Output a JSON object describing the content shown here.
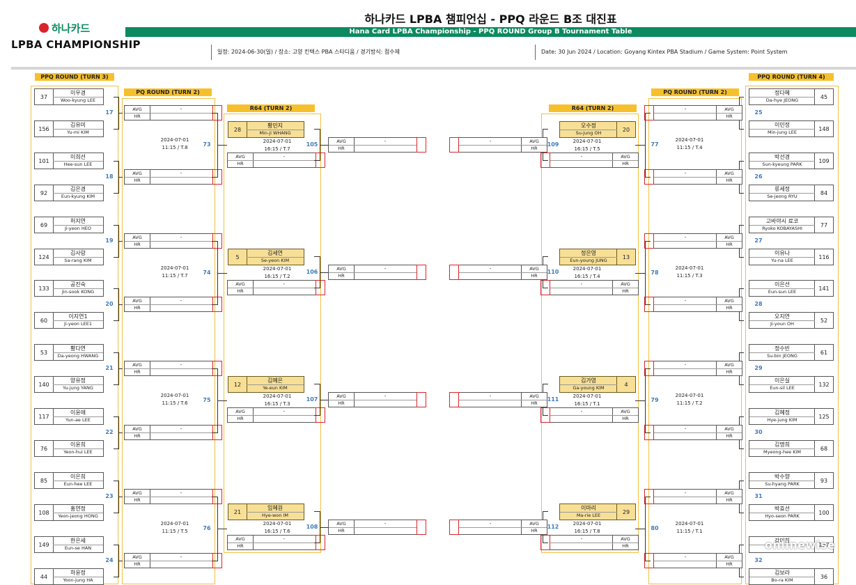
{
  "header": {
    "logo_kr": "하나카드",
    "logo_en": "LPBA CHAMPIONSHIP",
    "title_kr": "하나카드 LPBA 챔피언십 - PPQ 라운드 B조 대진표",
    "title_en": "Hana Card LPBA Championship - PPQ ROUND Group B Tournament Table",
    "info_kr": "일정: 2024-06-30(일) / 장소: 고양 킨텍스 PBA 스타디움 / 경기방식: 점수제",
    "info_en": "Date: 30 Jun 2024 / Location: Goyang Kintex PBA Stadium / Game System: Point System"
  },
  "labels": {
    "ppq3": "PPQ ROUND (TURN 3)",
    "ppq2": "PQ ROUND (TURN 2)",
    "r64": "R64 (TURN 2)",
    "ppq4": "PPQ ROUND (TURN 4)",
    "avg": "AVG",
    "hr": "HR",
    "dash": "-"
  },
  "left_players": [
    {
      "seed": "37",
      "kr": "이우경",
      "en": "Woo-kyung LEE"
    },
    {
      "seed": "156",
      "kr": "김유미",
      "en": "Yu-mi KIM"
    },
    {
      "seed": "101",
      "kr": "이희선",
      "en": "Hee-sun LEE"
    },
    {
      "seed": "92",
      "kr": "김은경",
      "en": "Eun-kyung KIM"
    },
    {
      "seed": "69",
      "kr": "허지연",
      "en": "Ji-yeon HEO"
    },
    {
      "seed": "124",
      "kr": "김사랑",
      "en": "Sa-rang KIM"
    },
    {
      "seed": "133",
      "kr": "공진숙",
      "en": "Jin-sook KONG"
    },
    {
      "seed": "60",
      "kr": "이지연1",
      "en": "Ji-yeon LEE1"
    },
    {
      "seed": "53",
      "kr": "황다연",
      "en": "Da-yeong HWANG"
    },
    {
      "seed": "140",
      "kr": "양유정",
      "en": "Yu-jung YANG"
    },
    {
      "seed": "117",
      "kr": "이윤애",
      "en": "Yun-ae LEE"
    },
    {
      "seed": "76",
      "kr": "이윤희",
      "en": "Yeon-hui LEE"
    },
    {
      "seed": "85",
      "kr": "이은희",
      "en": "Eun-hee LEE"
    },
    {
      "seed": "108",
      "kr": "홍연정",
      "en": "Yeon-jeong HONG"
    },
    {
      "seed": "149",
      "kr": "한은세",
      "en": "Eun-se HAN"
    },
    {
      "seed": "44",
      "kr": "하윤정",
      "en": "Yoon-jung HA"
    }
  ],
  "right_players": [
    {
      "seed": "45",
      "kr": "정다혜",
      "en": "Da-hye JEONG"
    },
    {
      "seed": "148",
      "kr": "이민정",
      "en": "Min-jung LEE"
    },
    {
      "seed": "109",
      "kr": "박선경",
      "en": "Sun-kyeung PARK"
    },
    {
      "seed": "84",
      "kr": "류세정",
      "en": "Se-jeong RYU"
    },
    {
      "seed": "77",
      "kr": "고바야시 료코",
      "en": "Ryoko KOBAYASHI"
    },
    {
      "seed": "116",
      "kr": "이유나",
      "en": "Yu-na LEE"
    },
    {
      "seed": "141",
      "kr": "이은선",
      "en": "Eun-sun LEE"
    },
    {
      "seed": "52",
      "kr": "오지연",
      "en": "Ji-youn OH"
    },
    {
      "seed": "61",
      "kr": "정수빈",
      "en": "Su-bin JEONG"
    },
    {
      "seed": "132",
      "kr": "이은실",
      "en": "Eun-sil LEE"
    },
    {
      "seed": "125",
      "kr": "김혜정",
      "en": "Hye-jung KIM"
    },
    {
      "seed": "68",
      "kr": "김명희",
      "en": "Myeong-hee KIM"
    },
    {
      "seed": "93",
      "kr": "박수향",
      "en": "Su-hyang PARK"
    },
    {
      "seed": "100",
      "kr": "박효선",
      "en": "Hyo-seon PARK"
    },
    {
      "seed": "157",
      "kr": "강미희",
      "en": ""
    },
    {
      "seed": "36",
      "kr": "김보라",
      "en": "Bo-ra KIM"
    }
  ],
  "left_turn3_matches": [
    "17",
    "18",
    "19",
    "20",
    "21",
    "22",
    "23",
    "24"
  ],
  "right_turn3_matches": [
    "25",
    "26",
    "27",
    "28",
    "29",
    "30",
    "31",
    "32"
  ],
  "left_turn2_matches": [
    "73",
    "74",
    "75",
    "76"
  ],
  "right_turn2_matches": [
    "77",
    "78",
    "79",
    "80"
  ],
  "left_turn2_schedule": [
    {
      "date": "2024-07-01",
      "time": "11:15 / T.8"
    },
    {
      "date": "2024-07-01",
      "time": "11:15 / T.7"
    },
    {
      "date": "2024-07-01",
      "time": "11:15 / T.6"
    },
    {
      "date": "2024-07-01",
      "time": "11:15 / T.5"
    }
  ],
  "right_turn2_schedule": [
    {
      "date": "2024-07-01",
      "time": "11:15 / T.4"
    },
    {
      "date": "2024-07-01",
      "time": "11:15 / T.3"
    },
    {
      "date": "2024-07-01",
      "time": "11:15 / T.2"
    },
    {
      "date": "2024-07-01",
      "time": "11:15 / T.1"
    }
  ],
  "left_r64": [
    {
      "seed": "28",
      "kr": "황민지",
      "en": "Min-ji WHANG",
      "date": "2024-07-01",
      "time": "16:15 / T.7",
      "match": "105"
    },
    {
      "seed": "5",
      "kr": "김세연",
      "en": "Se-yeon KIM",
      "date": "2024-07-01",
      "time": "16:15 / T.2",
      "match": "106"
    },
    {
      "seed": "12",
      "kr": "김예은",
      "en": "Ye-eun KIM",
      "date": "2024-07-01",
      "time": "16:15 / T.3",
      "match": "107"
    },
    {
      "seed": "21",
      "kr": "임혜원",
      "en": "Hye-won IM",
      "date": "2024-07-01",
      "time": "16:15 / T.6",
      "match": "108"
    }
  ],
  "right_r64": [
    {
      "seed": "20",
      "kr": "오수정",
      "en": "Su-jung OH",
      "date": "2024-07-01",
      "time": "16:15 / T.5",
      "match": "109"
    },
    {
      "seed": "13",
      "kr": "정은영",
      "en": "Eun-young JUNG",
      "date": "2024-07-01",
      "time": "16:15 / T.4",
      "match": "110"
    },
    {
      "seed": "4",
      "kr": "김가영",
      "en": "Ga-young KIM",
      "date": "2024-07-01",
      "time": "16:15 / T.1",
      "match": "111"
    },
    {
      "seed": "29",
      "kr": "이마리",
      "en": "Ma-rie LEE",
      "date": "2024-07-01",
      "time": "16:15 / T.8",
      "match": "112"
    }
  ],
  "watermark": "onlinewise"
}
